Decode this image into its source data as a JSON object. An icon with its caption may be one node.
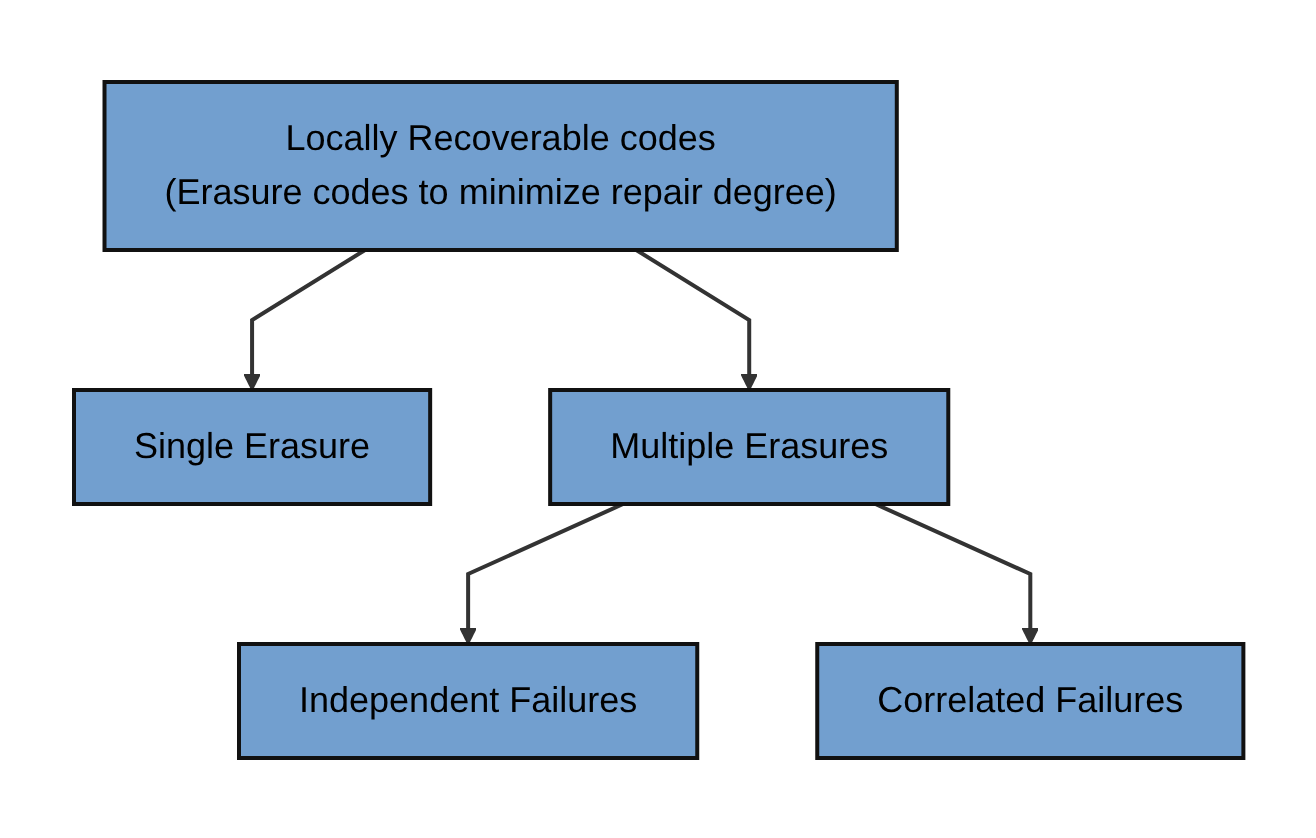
{
  "diagram": {
    "nodes": [
      {
        "text": [
          "Locally Recoverable codes",
          "(Erasure codes to minimize repair degree)"
        ]
      },
      {
        "text": [
          "Single Erasure"
        ]
      },
      {
        "text": [
          "Multiple Erasures"
        ]
      },
      {
        "text": [
          "Independent Failures"
        ]
      },
      {
        "text": [
          "Correlated Failures"
        ]
      }
    ],
    "edges": [
      {
        "from": 0,
        "to": 1,
        "arrow": "to"
      },
      {
        "from": 0,
        "to": 2,
        "arrow": "to"
      },
      {
        "from": 2,
        "to": 3,
        "arrow": "to"
      },
      {
        "from": 2,
        "to": 4,
        "arrow": "to"
      }
    ]
  }
}
